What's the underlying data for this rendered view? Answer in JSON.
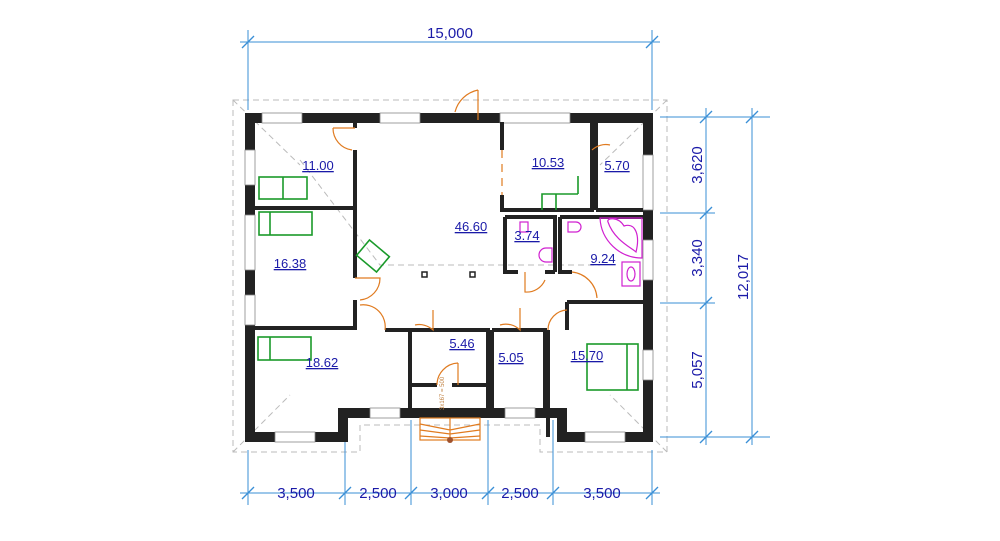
{
  "plan": {
    "overall_width": "15,000",
    "overall_depth": "12,017",
    "bottom_dims": [
      "3,500",
      "2,500",
      "3,000",
      "2,500",
      "3,500"
    ],
    "right_dims": [
      "3,620",
      "3,340",
      "5,057"
    ],
    "rooms": [
      {
        "name": "room-11",
        "area": "11.00"
      },
      {
        "name": "room-16",
        "area": "16.38"
      },
      {
        "name": "room-18",
        "area": "18.62"
      },
      {
        "name": "hall",
        "area": "46.60"
      },
      {
        "name": "kitchen",
        "area": "10.53"
      },
      {
        "name": "pantry",
        "area": "5.70"
      },
      {
        "name": "wc",
        "area": "3.74"
      },
      {
        "name": "bathroom",
        "area": "9.24"
      },
      {
        "name": "room-5-46",
        "area": "5.46"
      },
      {
        "name": "room-5-05",
        "area": "5.05"
      },
      {
        "name": "bedroom",
        "area": "15.70"
      }
    ],
    "stairs_note": "3x167 = 500"
  },
  "colors": {
    "dimension": "#1a1aa8",
    "dim_line": "#3a8fd6",
    "door": "#e07b20",
    "furniture": "#1a9a2a",
    "sanitary": "#d020d0",
    "wall": "#222222"
  }
}
